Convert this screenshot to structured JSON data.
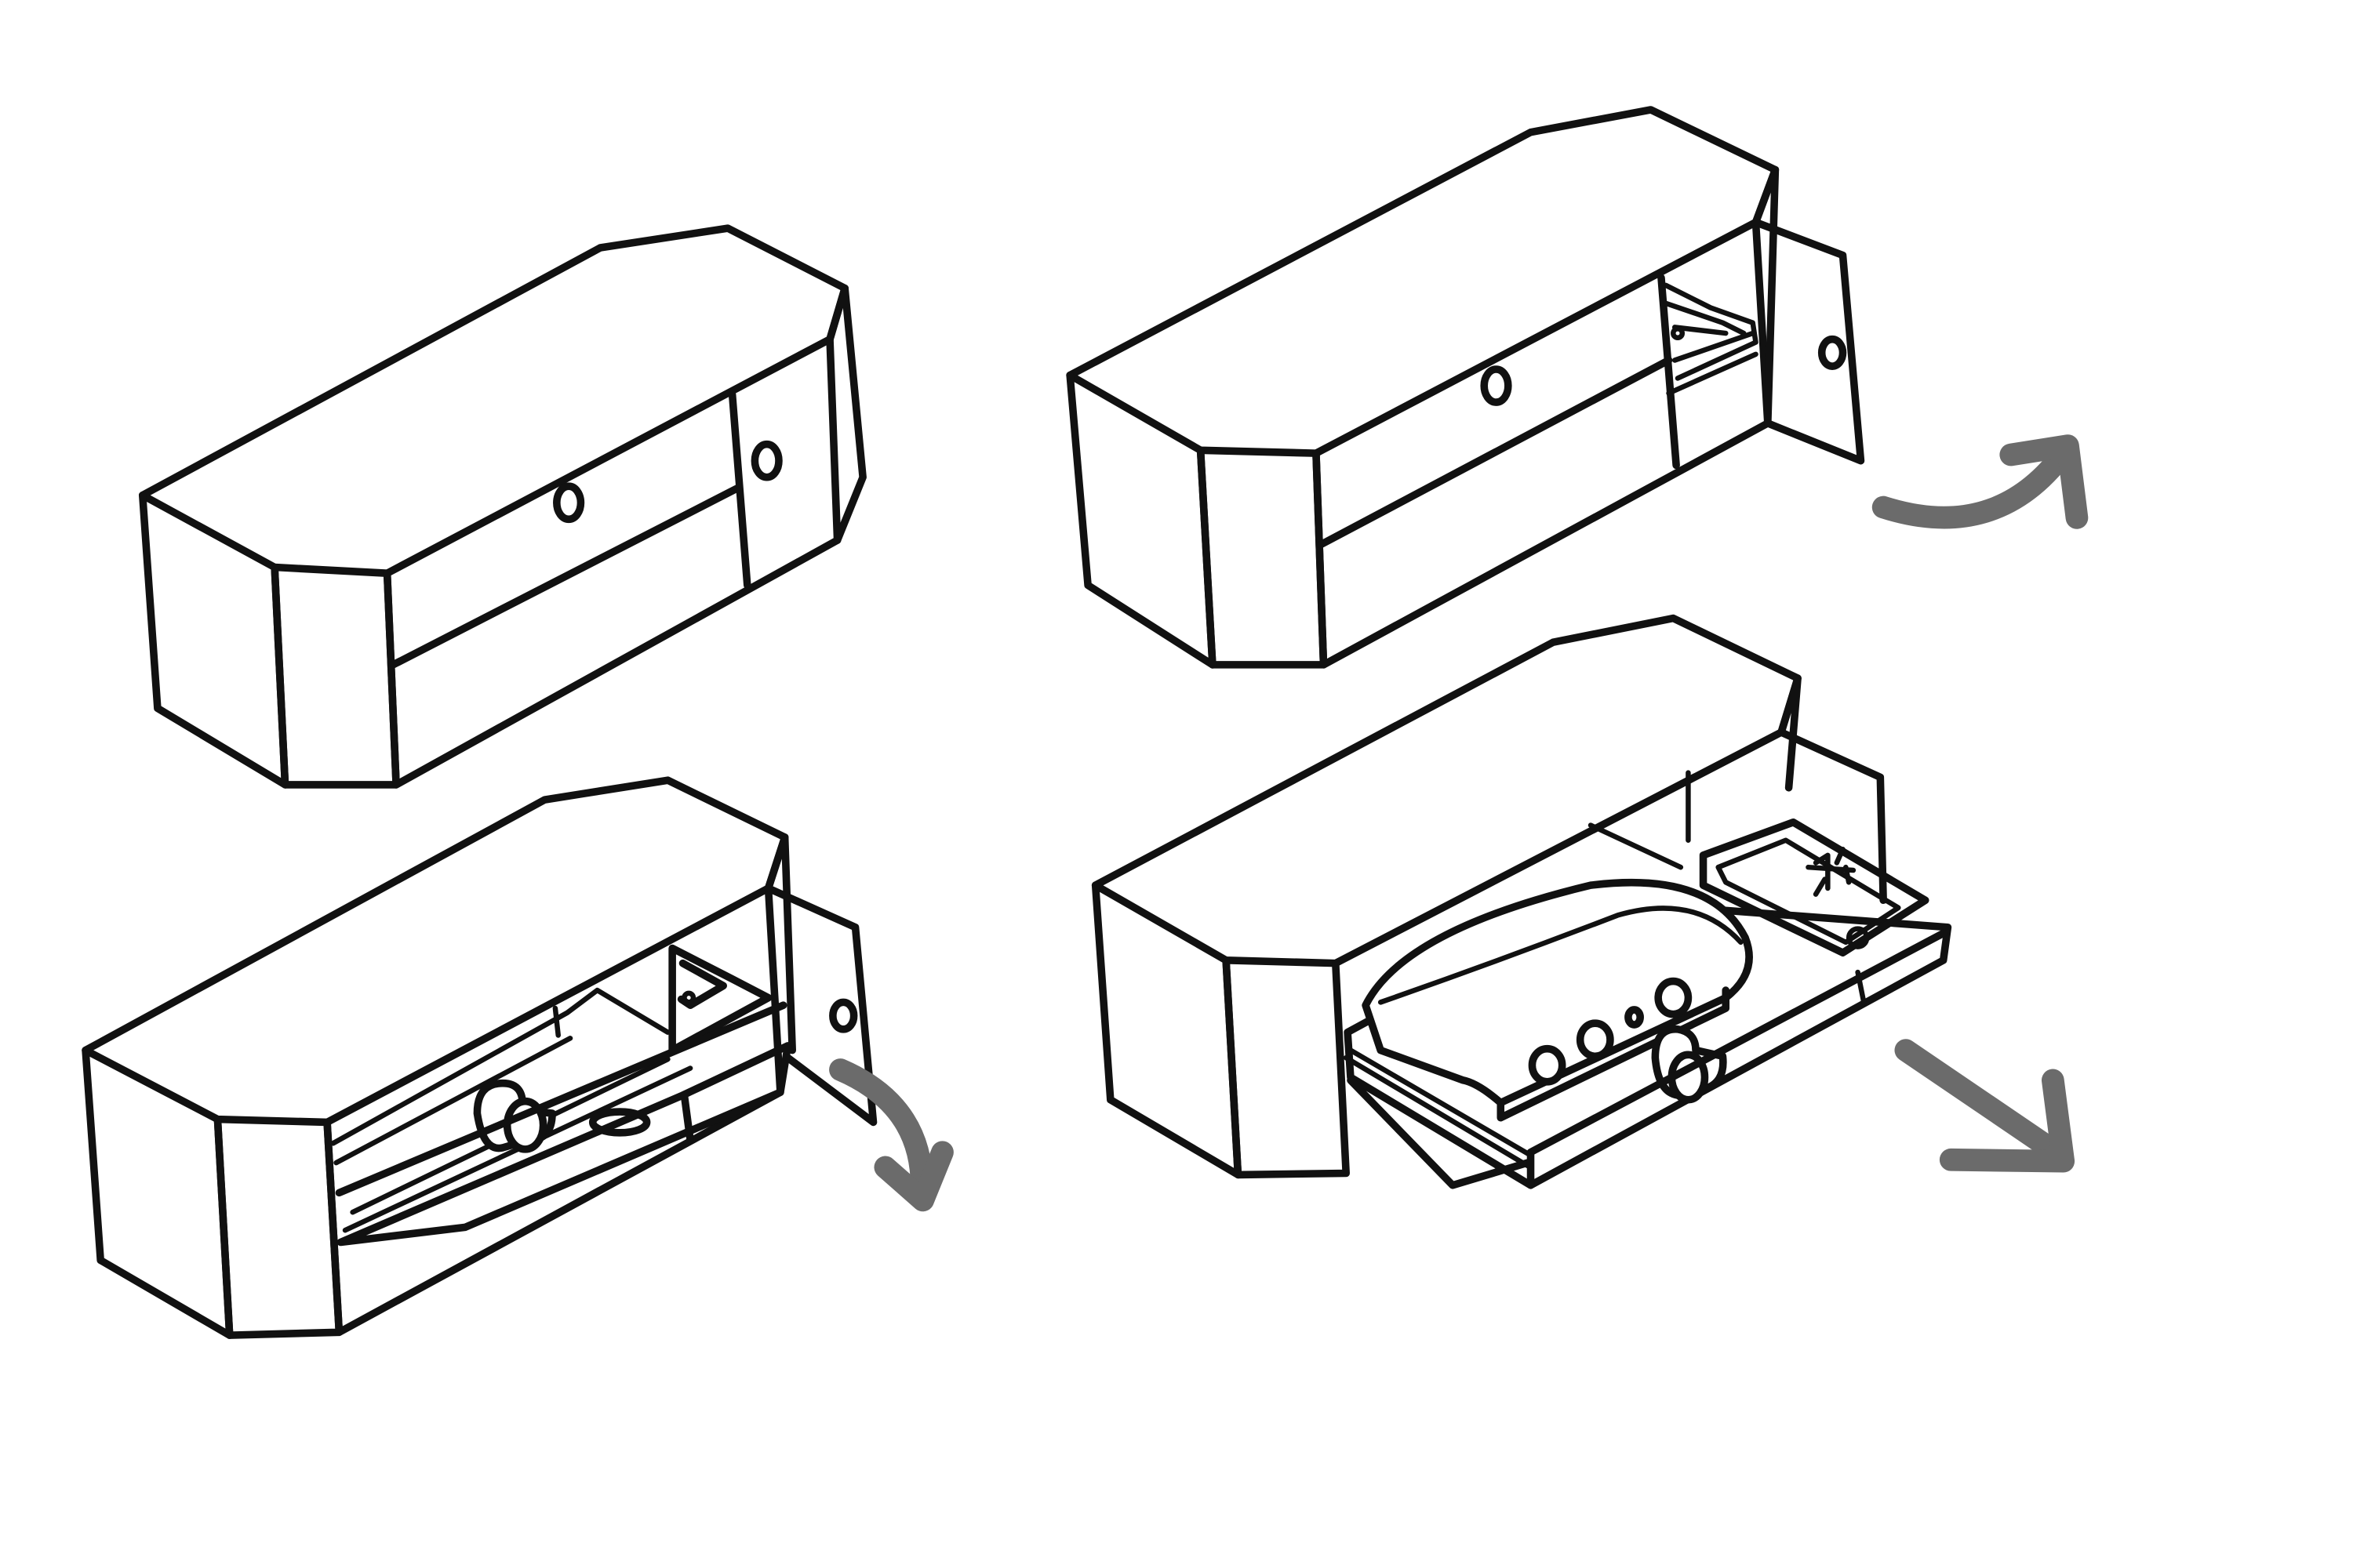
{
  "diagram": {
    "panels": [
      {
        "id": "closed",
        "icon": "cabinet-closed-icon"
      },
      {
        "id": "door-open",
        "icon": "cabinet-door-open-icon"
      },
      {
        "id": "flap-down",
        "icon": "cabinet-flap-down-icon"
      },
      {
        "id": "kitchen-extended",
        "icon": "cabinet-kitchen-extended-icon"
      }
    ],
    "arrows": [
      {
        "id": "door-swing",
        "icon": "curved-arrow-icon"
      },
      {
        "id": "flap-fold",
        "icon": "curved-arrow-down-icon"
      },
      {
        "id": "slide-out",
        "icon": "diagonal-arrow-icon"
      }
    ],
    "colors": {
      "line": "#111111",
      "arrow": "#6b6b6b",
      "background": "#ffffff"
    }
  }
}
